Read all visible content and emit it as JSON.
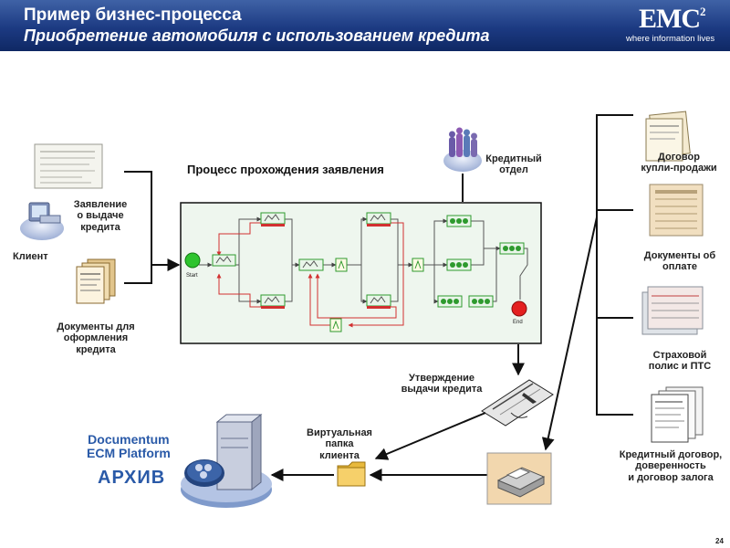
{
  "header": {
    "title": "Пример бизнес-процесса",
    "subtitle": "Приобретение автомобиля с использованием кредита"
  },
  "logo": {
    "name": "EMC",
    "superscript": "2",
    "tagline": "where information lives"
  },
  "labels": {
    "client": "Клиент",
    "application": "Заявление\nо выдаче\nкредита",
    "loan_documents": "Документы для\nоформления\nкредита",
    "process_title": "Процесс прохождения заявления",
    "credit_department": "Кредитный\nотдел",
    "approval": "Утверждение\nвыдачи кредита",
    "virtual_folder": "Виртуальная папка\nклиента",
    "platform": "Documentum\nECM Platform",
    "archive": "АРХИВ",
    "sale_contract": "Договор\nкупли-продажи",
    "payment_docs": "Документы об\nоплате",
    "insurance": "Страховой\nполис и ПТС",
    "loan_contract": "Кредитный договор,\nдоверенность\nи договор залога"
  },
  "workflow": {
    "start": "Start",
    "end": "End"
  },
  "page_number": "24",
  "colors": {
    "header_blue": "#1c3a82",
    "workflow_bg": "#eef6ee",
    "task_green": "#2e9a2e",
    "reject_red": "#d23030",
    "brand_blue": "#2a5aa8"
  }
}
